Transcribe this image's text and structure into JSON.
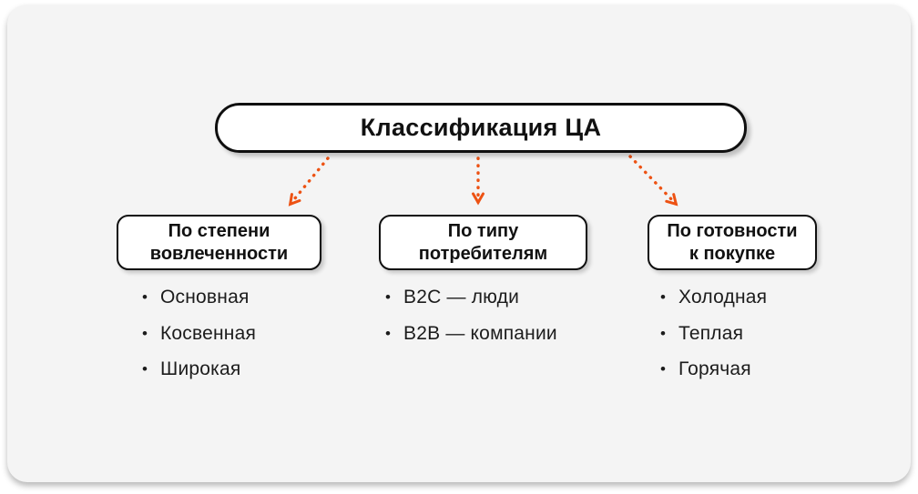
{
  "page": {
    "background": "#ffffff",
    "card_background": "#f4f4f4"
  },
  "colors": {
    "arrow": "#ed5213",
    "border": "#0f0f0f",
    "box_fill": "#ffffff",
    "text": "#1c1c1c"
  },
  "ui": {
    "bullet": "•"
  },
  "root": {
    "title": "Классификация ЦА"
  },
  "branches": [
    {
      "id": "involvement",
      "title": "По степени вовлеченности",
      "title_lines": [
        "По степени",
        "вовлеченности"
      ],
      "items": [
        "Основная",
        "Косвенная",
        "Широкая"
      ]
    },
    {
      "id": "consumer-type",
      "title": "По типу потребителям",
      "title_lines": [
        "По типу",
        "потребителям"
      ],
      "items": [
        "B2C — люди",
        "B2B — компании"
      ]
    },
    {
      "id": "purchase-readiness",
      "title": "По готовности к покупке",
      "title_lines": [
        "По готовности",
        "к покупке"
      ],
      "items": [
        "Холодная",
        "Теплая",
        "Горячая"
      ]
    }
  ]
}
